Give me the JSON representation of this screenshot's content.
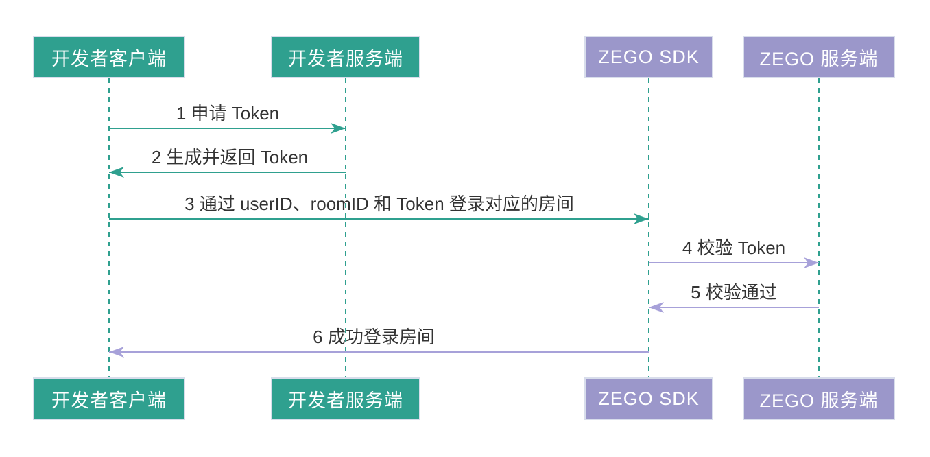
{
  "diagram": {
    "type": "sequence-diagram",
    "participants": [
      {
        "id": "dev-client",
        "label": "开发者客户端",
        "theme": "teal"
      },
      {
        "id": "dev-server",
        "label": "开发者服务端",
        "theme": "teal"
      },
      {
        "id": "zego-sdk",
        "label": "ZEGO SDK",
        "theme": "purple"
      },
      {
        "id": "zego-server",
        "label": "ZEGO 服务端",
        "theme": "purple"
      }
    ],
    "messages": [
      {
        "seq": 1,
        "label": "1 申请 Token",
        "from": "dev-client",
        "to": "dev-server",
        "arrow_color": "teal"
      },
      {
        "seq": 2,
        "label": "2 生成并返回 Token",
        "from": "dev-server",
        "to": "dev-client",
        "arrow_color": "teal"
      },
      {
        "seq": 3,
        "label": "3 通过 userID、roomID 和 Token 登录对应的房间",
        "from": "dev-client",
        "to": "zego-sdk",
        "arrow_color": "teal"
      },
      {
        "seq": 4,
        "label": "4 校验 Token",
        "from": "zego-sdk",
        "to": "zego-server",
        "arrow_color": "purple"
      },
      {
        "seq": 5,
        "label": "5 校验通过",
        "from": "zego-server",
        "to": "zego-sdk",
        "arrow_color": "purple"
      },
      {
        "seq": 6,
        "label": "6 成功登录房间",
        "from": "zego-sdk",
        "to": "dev-client",
        "arrow_color": "purple"
      }
    ]
  },
  "colors": {
    "teal": "#2FA08F",
    "purple_box": "#9B97CA",
    "purple_arrow": "#A7A1D9",
    "border": "#D8DDEB",
    "message_text": "#333333",
    "box_text": "#FFFFFF",
    "background": "#FFFFFF"
  }
}
